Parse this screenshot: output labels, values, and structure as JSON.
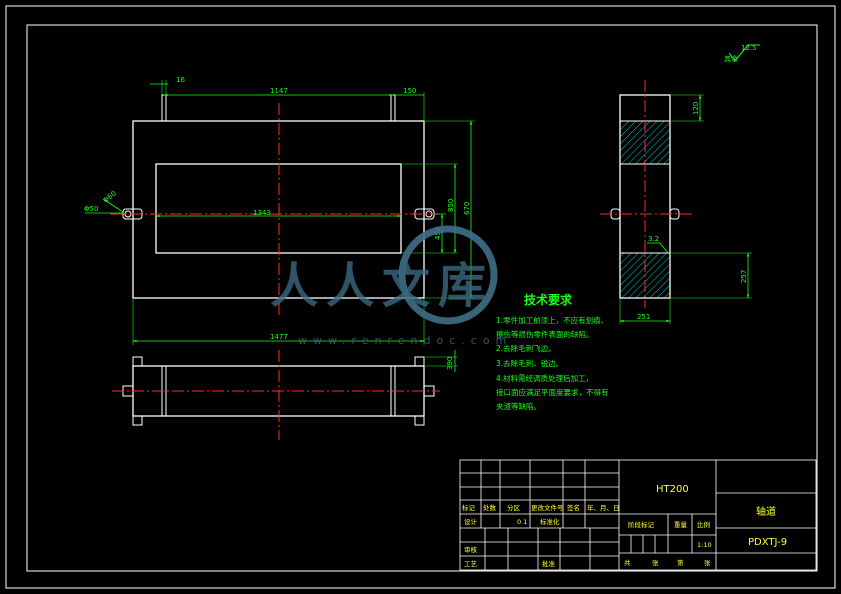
{
  "dimensions": {
    "top_stub_width": "16",
    "top_span": "1147",
    "top_right_offset": "150",
    "left_hole_dia": "Φ50",
    "left_hole_note": "Φ60",
    "inner_width": "1343",
    "right_height_1": "450",
    "right_height_2": "850",
    "right_height_3": "670",
    "overall_width": "1477",
    "bottom_view_dim": "390",
    "side_top_dim": "120",
    "side_mid_dim": "3.2",
    "side_height_dim": "257",
    "side_width_dim": "251"
  },
  "surface_finish": {
    "value": "12.5",
    "label": "其余"
  },
  "watermark": {
    "text": "人人文库",
    "url": "www.renrendoc.com"
  },
  "tech_requirements": {
    "title": "技术要求",
    "items": [
      "1.零件加工前须上，不应有划痕、",
      "擦伤等损伤零件表面的缺陷。",
      "2.去除毛刺飞边。",
      "3.去除毛刺，锐边。",
      "4.材料需经调质处理后加工，",
      "接口面应满足平面度要求，不得有",
      "夹渣等缺陷。"
    ]
  },
  "title_block": {
    "material": "HT200",
    "part_name": "轴道",
    "drawing_no": "PDXTJ-9",
    "header_row": [
      "标记",
      "处数",
      "分区",
      "更改文件号",
      "签名",
      "年、月、日"
    ],
    "design_row": [
      "设计",
      "",
      "0.1",
      "标准化"
    ],
    "review_label": "审核",
    "process_label": "工艺",
    "approve_label": "批准",
    "stage_label": "阶段标记",
    "weight_label": "重量",
    "scale_label": "比例",
    "scale_value": "1:10",
    "sheet_labels": [
      "共",
      "张",
      "第",
      "张"
    ]
  },
  "colors": {
    "outline": "#ffffff",
    "dimension": "#19ff19",
    "centerline": "#ff2a2a",
    "hatch": "#00c8c8",
    "frame": "#ffffff"
  }
}
